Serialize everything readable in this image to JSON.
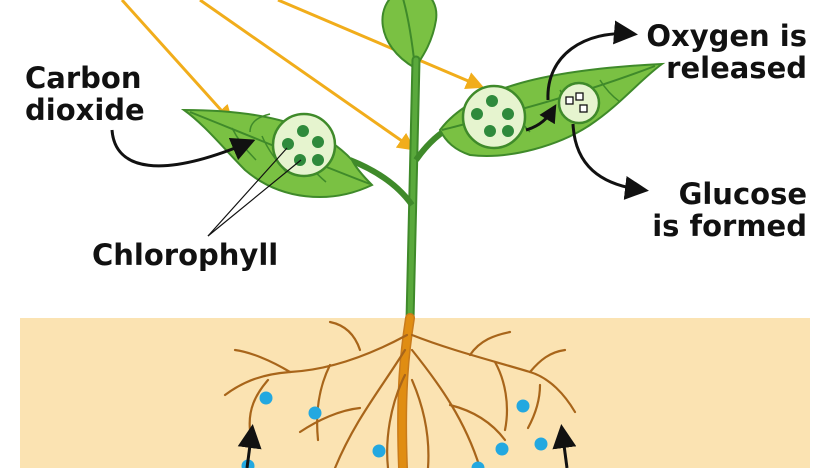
{
  "labels": {
    "carbon_dioxide": [
      "Carbon",
      "dioxide"
    ],
    "chlorophyll": "Chlorophyll",
    "oxygen": [
      "Oxygen is",
      "released"
    ],
    "glucose": [
      "Glucose",
      "is formed"
    ]
  },
  "colors": {
    "soil": "#fbe3b2",
    "stem": "#4f9a33",
    "leaf": "#7ac143",
    "leaf_dark": "#3f8a2a",
    "root": "#c97b1b",
    "root_trunk": "#e08d12",
    "sunlight": "#f1ad1b",
    "chloroplast": "#2f8a3c",
    "water": "#23a8e0",
    "arrow": "#111111"
  }
}
